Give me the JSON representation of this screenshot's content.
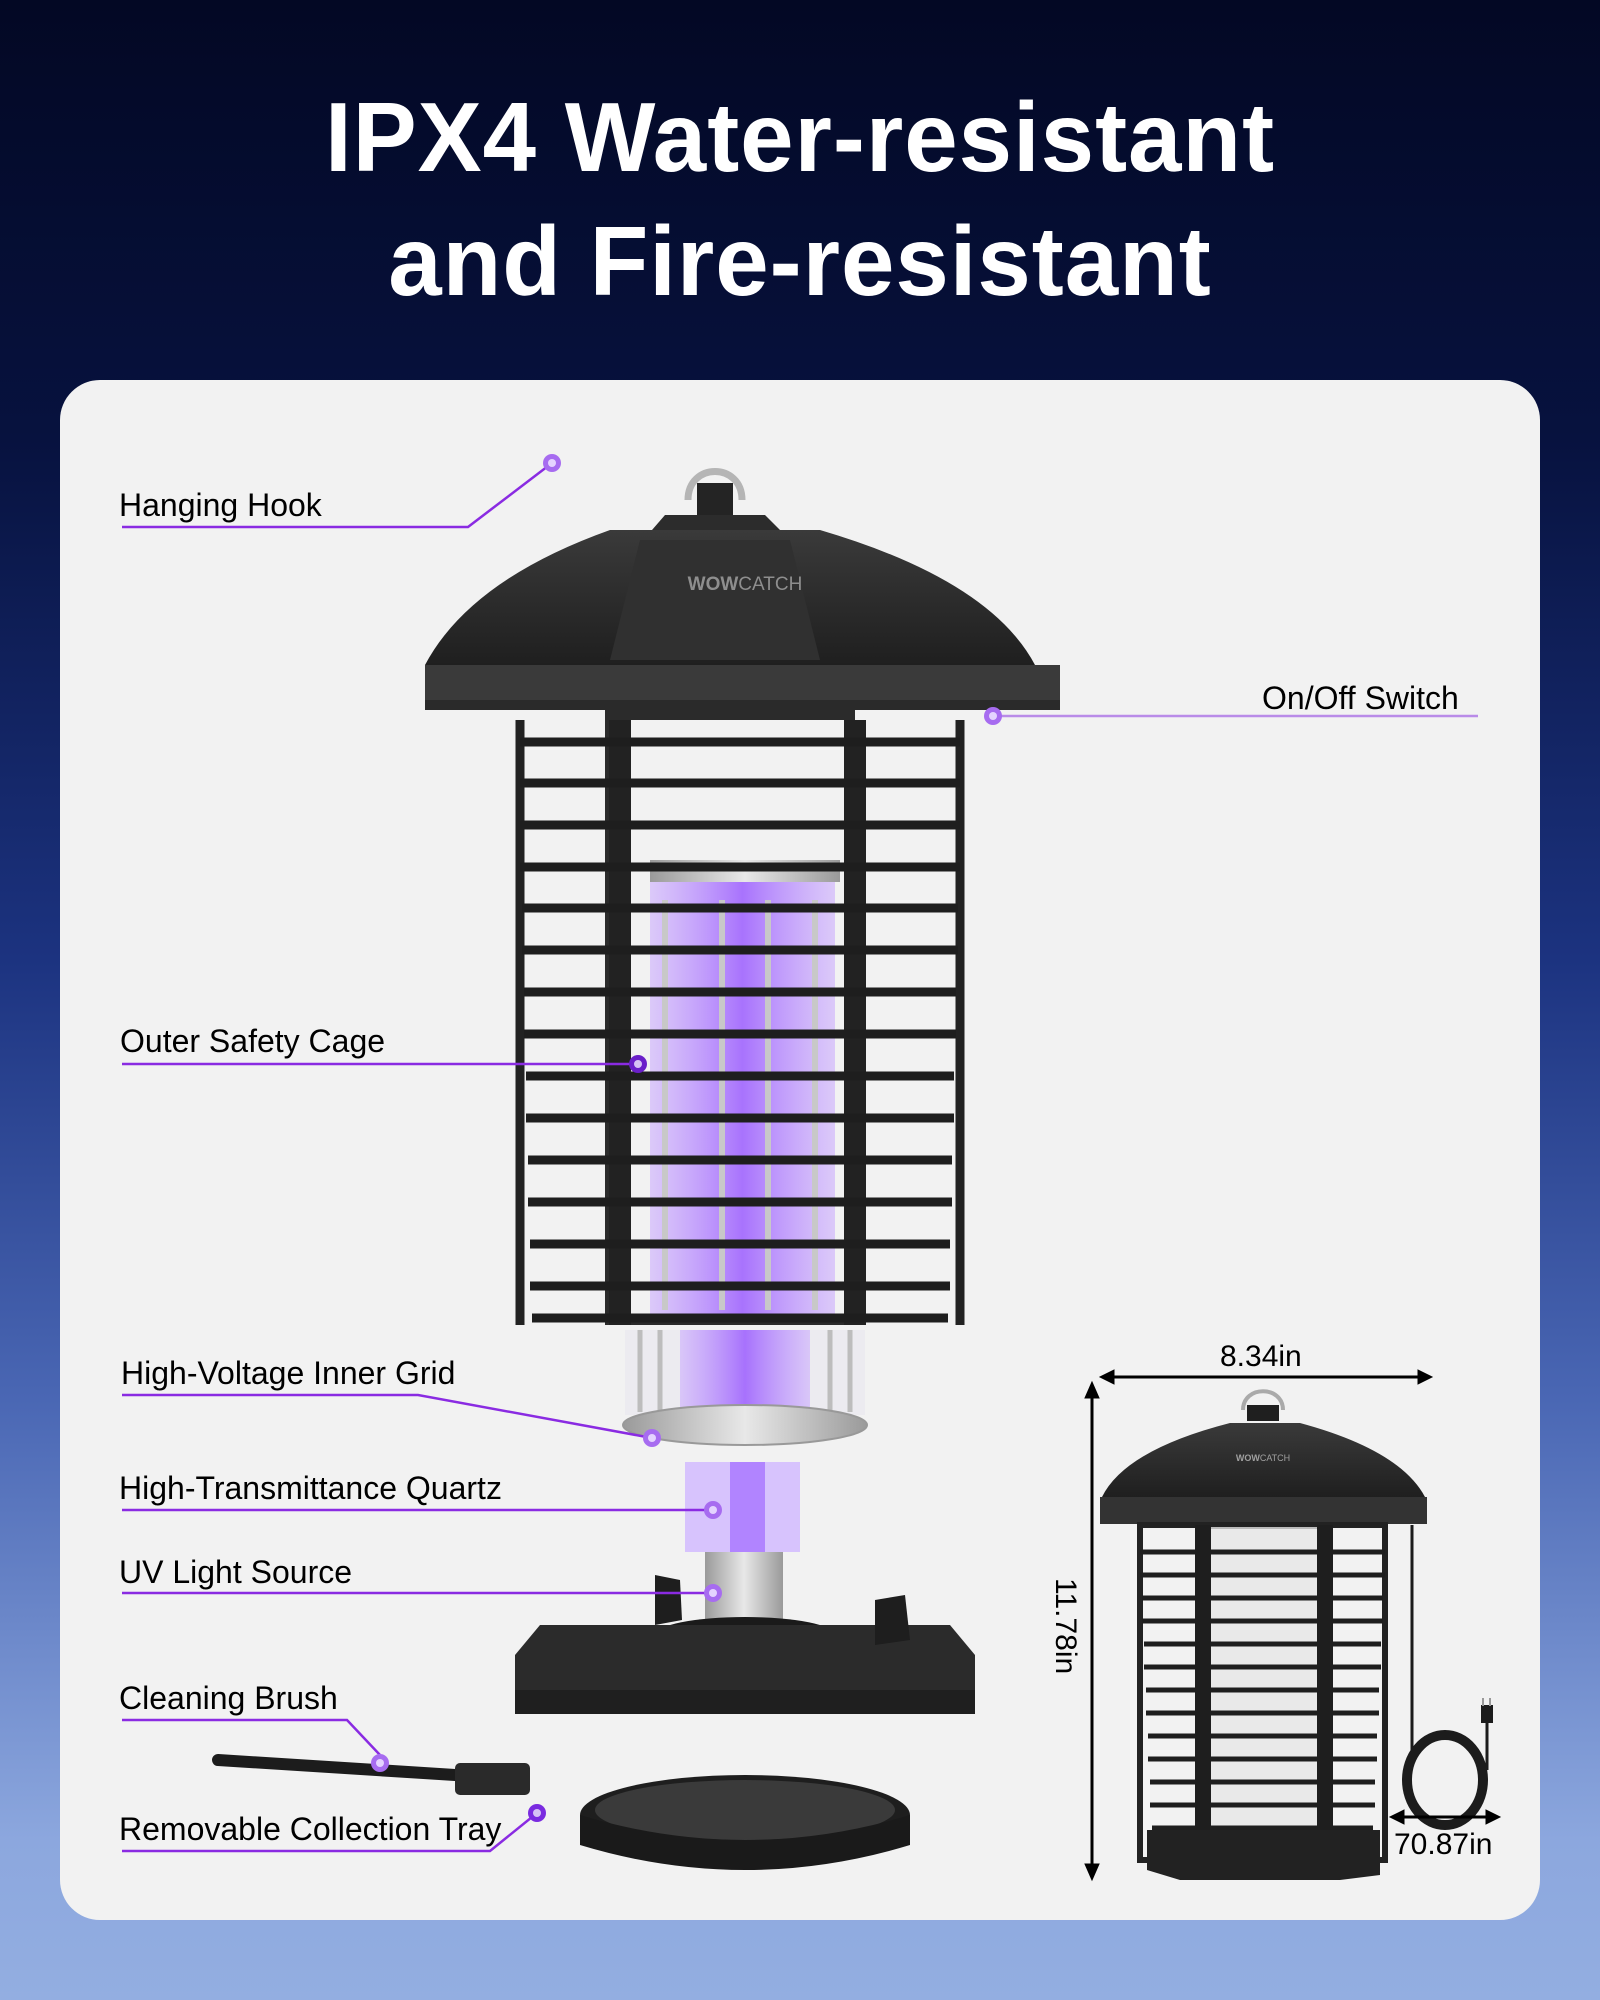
{
  "header": {
    "title_line1": "IPX4 Water-resistant",
    "title_line2": "and Fire-resistant"
  },
  "brand": {
    "logo_bold": "WOW",
    "logo_light": "CATCH"
  },
  "callouts": [
    {
      "label": "Hanging Hook"
    },
    {
      "label": "On/Off Switch"
    },
    {
      "label": "Outer Safety Cage"
    },
    {
      "label": "High-Voltage Inner Grid"
    },
    {
      "label": "High-Transmittance Quartz"
    },
    {
      "label": "UV Light Source"
    },
    {
      "label": "Cleaning Brush"
    },
    {
      "label": "Removable Collection Tray"
    }
  ],
  "dimensions": {
    "width": "8.34in",
    "height": "11.78in",
    "cord_length": "70.87in"
  },
  "colors": {
    "accent_purple": "#8a2be2",
    "uv_glow": "#9b5cff",
    "card_bg": "#f2f2f2",
    "product_black": "#2a2a2a"
  }
}
